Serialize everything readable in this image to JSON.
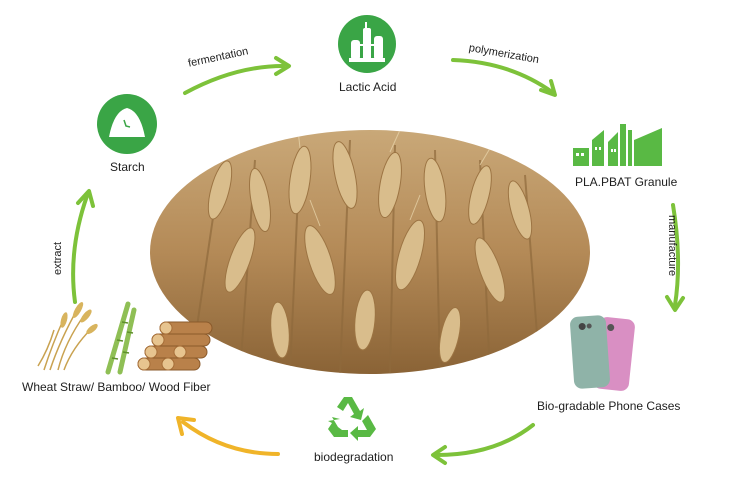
{
  "nodes": {
    "lactic_acid": "Lactic Acid",
    "starch": "Starch",
    "granule": "PLA.PBAT Granule",
    "phone_cases": "Bio-gradable Phone Cases",
    "biodegradation": "biodegradation",
    "raw_materials": "Wheat Straw/ Bamboo/ Wood Fiber"
  },
  "arrows": {
    "fermentation": "fermentation",
    "polymerization": "polymerization",
    "manufacture": "manufacture",
    "extract": "extract"
  },
  "colors": {
    "green": "#7dc23a",
    "icon_green": "#3aa546",
    "orange": "#f0b429",
    "recycle_green": "#59b944"
  },
  "icons": {
    "center": "wheat-field-image",
    "lactic_acid": "distillation-plant-icon",
    "starch": "starch-pile-icon",
    "granule": "factory-icon",
    "phone_cases": "phone-cases-image",
    "biodegradation": "recycle-icon",
    "raw_materials": "straw-bamboo-logs-image"
  }
}
